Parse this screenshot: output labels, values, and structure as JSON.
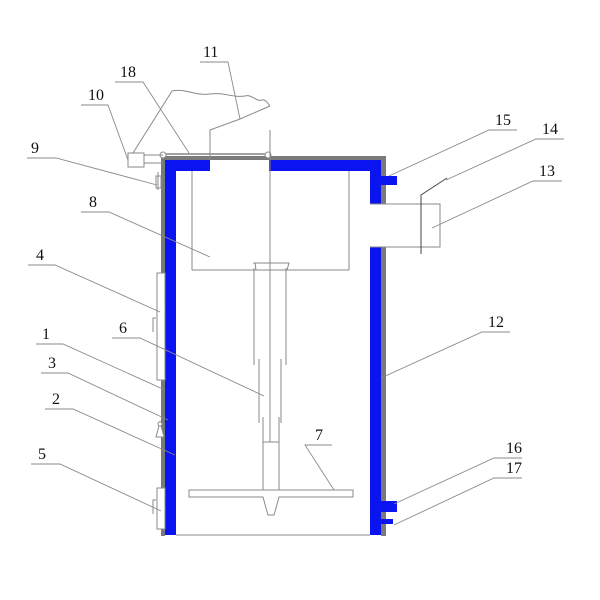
{
  "diagram": {
    "type": "technical-cross-section",
    "colors": {
      "insulation": "#0a14f0",
      "casing": "#7a7a7a",
      "lines": "#8a8a8a",
      "text": "#111111",
      "background": "#ffffff"
    },
    "labels": [
      {
        "id": "1",
        "text": "1"
      },
      {
        "id": "2",
        "text": "2"
      },
      {
        "id": "3",
        "text": "3"
      },
      {
        "id": "4",
        "text": "4"
      },
      {
        "id": "5",
        "text": "5"
      },
      {
        "id": "6",
        "text": "6"
      },
      {
        "id": "7",
        "text": "7"
      },
      {
        "id": "8",
        "text": "8"
      },
      {
        "id": "9",
        "text": "9"
      },
      {
        "id": "10",
        "text": "10"
      },
      {
        "id": "11",
        "text": "11"
      },
      {
        "id": "12",
        "text": "12"
      },
      {
        "id": "13",
        "text": "13"
      },
      {
        "id": "14",
        "text": "14"
      },
      {
        "id": "15",
        "text": "15"
      },
      {
        "id": "16",
        "text": "16"
      },
      {
        "id": "17",
        "text": "17"
      },
      {
        "id": "18",
        "text": "18"
      }
    ]
  }
}
